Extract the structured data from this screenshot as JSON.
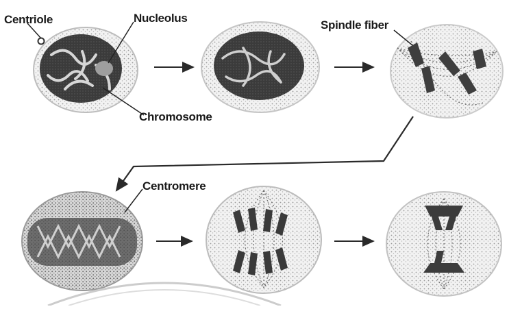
{
  "diagram": {
    "labels": {
      "centriole": "Centriole",
      "nucleolus": "Nucleolus",
      "chromosome": "Chromosome",
      "spindle_fiber": "Spindle fiber",
      "centromere": "Centromere"
    },
    "stages": [
      {
        "id": "stage-1"
      },
      {
        "id": "stage-2"
      },
      {
        "id": "stage-3"
      },
      {
        "id": "stage-4"
      },
      {
        "id": "stage-5"
      },
      {
        "id": "stage-6"
      }
    ],
    "colors": {
      "ink": "#1f1f1f",
      "chromosome": "#3a3a3a",
      "cytoplasm_dots": "#8a8a8a",
      "nucleus_dark": "#2e2e2e",
      "cell_fill": "#efefef"
    }
  }
}
